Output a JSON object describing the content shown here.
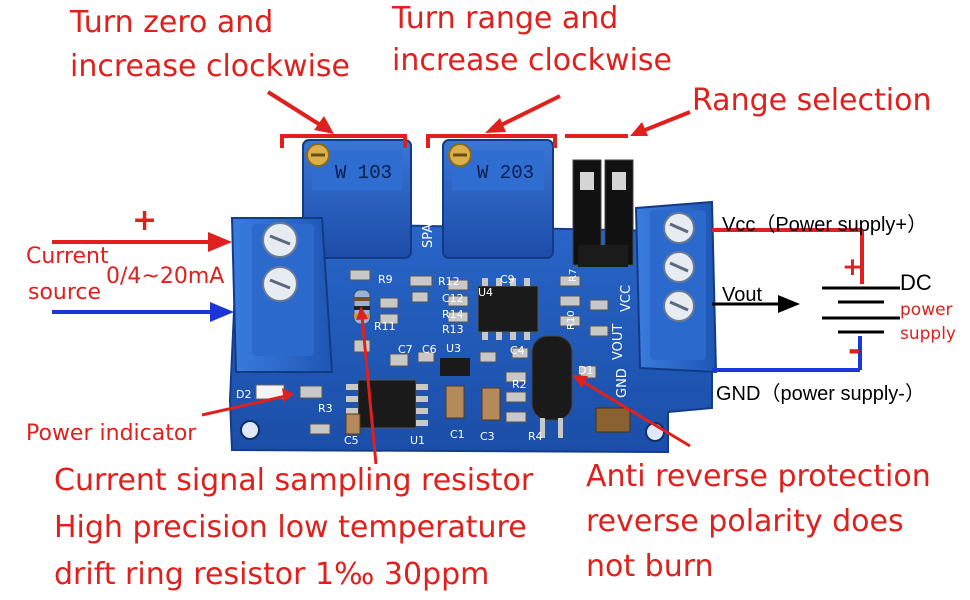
{
  "annotations": {
    "zero_line1": "Turn zero and",
    "zero_line2": "increase clockwise",
    "range_line1": "Turn range and",
    "range_line2": "increase clockwise",
    "range_selection": "Range selection",
    "plus_sign": "+",
    "current_source_1": "Current",
    "current_source_2": "source",
    "current_range": "0/4~20mA",
    "power_indicator": "Power indicator",
    "sampling_line1": "Current signal sampling resistor",
    "sampling_line2": "High precision low temperature",
    "sampling_line3": "drift ring resistor 1‰ 30ppm",
    "anti_line1": "Anti reverse protection",
    "anti_line2": "reverse polarity does",
    "anti_line3": "not burn",
    "vcc": "Vcc（Power supply+）",
    "vout": "Vout",
    "gnd": "GND（power supply-）",
    "dc": "DC",
    "dc_power": "power",
    "dc_supply": "supply",
    "battery_plus": "+",
    "battery_minus": "-"
  },
  "board": {
    "pot_zero": "W 103",
    "pot_span": "W 203",
    "span_silk": "SPAN",
    "vcc_silk": "VCC",
    "vout_silk": "VOUT",
    "gnd_silk": "GND",
    "silk_r9": "R9",
    "silk_r12": "R12",
    "silk_c9": "C9",
    "silk_c12": "C12",
    "silk_r14": "R14",
    "silk_r13": "R13",
    "silk_r11": "R11",
    "silk_u4": "U4",
    "silk_c7": "C7",
    "silk_c6": "C6",
    "silk_u3": "U3",
    "silk_c4": "C4",
    "silk_d2": "D2",
    "silk_r3": "R3",
    "silk_c5": "C5",
    "silk_u1": "U1",
    "silk_c1": "C1",
    "silk_c3": "C3",
    "silk_r4": "R4",
    "silk_d1": "D1",
    "silk_r2": "R2",
    "silk_r10": "R10",
    "silk_r7": "R7"
  },
  "colors": {
    "annotation_red": "#e0201c",
    "board_blue": "#1d57b8",
    "terminal_blue": "#2a6ad0",
    "arrow_blue": "#1a36d8"
  }
}
